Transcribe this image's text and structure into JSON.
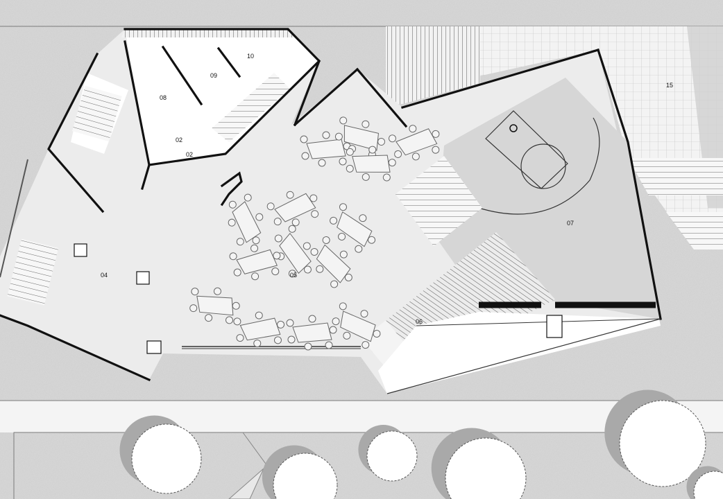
{
  "rooms": [
    {
      "id": "02a",
      "label": "02"
    },
    {
      "id": "02b",
      "label": "02"
    },
    {
      "id": "04",
      "label": "04"
    },
    {
      "id": "05",
      "label": "05"
    },
    {
      "id": "06",
      "label": "06"
    },
    {
      "id": "07",
      "label": "07"
    },
    {
      "id": "08",
      "label": "08"
    },
    {
      "id": "09",
      "label": "09"
    },
    {
      "id": "10",
      "label": "10"
    },
    {
      "id": "15",
      "label": "15"
    }
  ],
  "colors": {
    "ground": "#d9d9d9",
    "floor": "#ececec",
    "court": "#d6d6d6",
    "wall": "#111111",
    "paving": "#f4f4f4",
    "tree_shadow": "#a9a9a9",
    "tree": "#ffffff"
  }
}
